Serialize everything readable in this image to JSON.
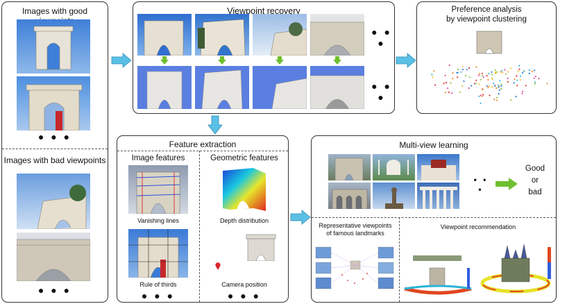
{
  "panels": {
    "good_viewpoints": {
      "title": "Images with good viewpoints",
      "ellipsis": "● ● ●"
    },
    "bad_viewpoints": {
      "title": "Images with bad viewpoints",
      "ellipsis": "● ● ●"
    },
    "viewpoint_recovery": {
      "title": "Viewpoint recovery",
      "ellipsis_top": "● ● ●",
      "ellipsis_bottom": "● ● ●"
    },
    "preference": {
      "title_line1": "Preference analysis",
      "title_line2": "by viewpoint clustering"
    },
    "feature_extraction": {
      "title": "Feature extraction",
      "image_features": "Image features",
      "geometric_features": "Geometric features",
      "vanishing_lines": "Vanishing lines",
      "rule_of_thirds": "Rule of thirds",
      "depth_distribution": "Depth distribution",
      "camera_position": "Camera position",
      "ellipsis_left": "● ● ●",
      "ellipsis_right": "● ● ●"
    },
    "multiview": {
      "title": "Multi-view learning",
      "ellipsis": "• • •",
      "result_good": "Good",
      "result_or": "or",
      "result_bad": "bad",
      "representative_line1": "Representative viewpoints",
      "representative_line2": "of famous landmarks",
      "recommendation": "Viewpoint recommendation"
    }
  },
  "colors": {
    "arrow_blue": "#5bc0e6",
    "arrow_green": "#6fbf2e",
    "sky": "#4a86d6",
    "stone": "#d9d2c4"
  }
}
